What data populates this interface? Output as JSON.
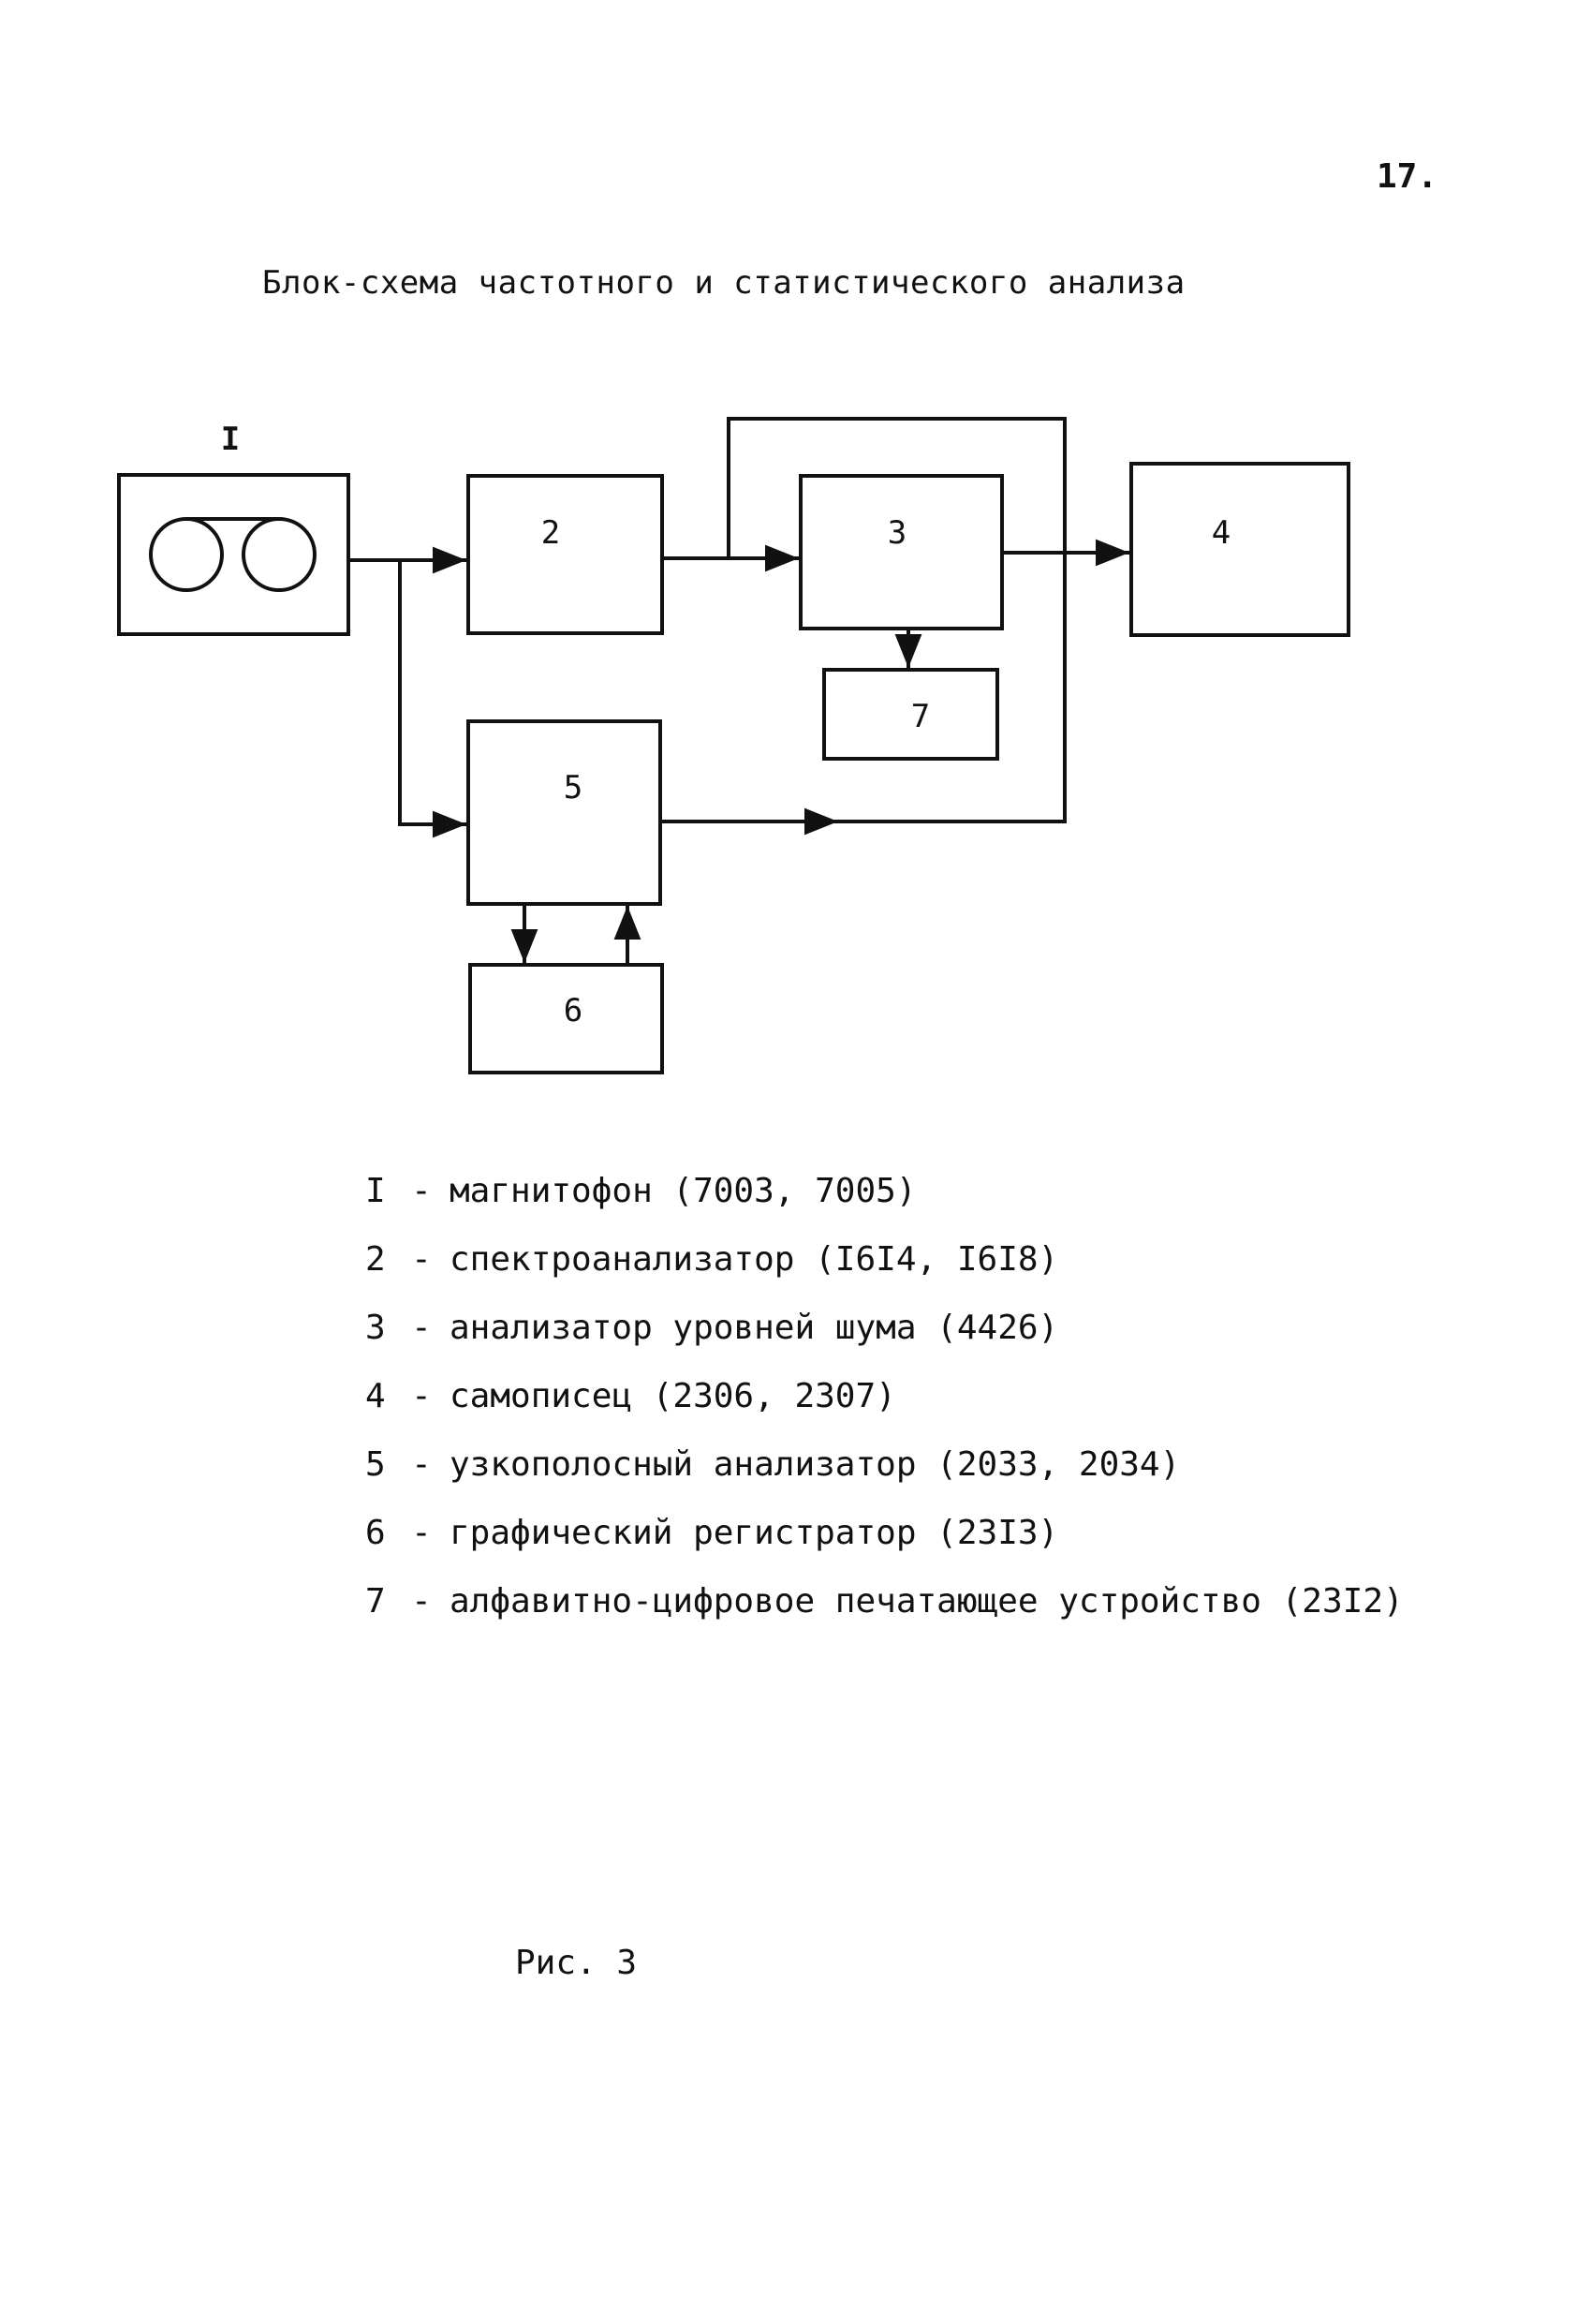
{
  "page_number": "17.",
  "title": "Блок-схема частотного и статистического анализа",
  "diagram": {
    "blocks": [
      {
        "id": "1",
        "label": "I"
      },
      {
        "id": "2",
        "label": "2"
      },
      {
        "id": "3",
        "label": "3"
      },
      {
        "id": "4",
        "label": "4"
      },
      {
        "id": "5",
        "label": "5"
      },
      {
        "id": "6",
        "label": "6"
      },
      {
        "id": "7",
        "label": "7"
      }
    ]
  },
  "legend": [
    {
      "num": "I",
      "text": "магнитофон (7003, 7005)"
    },
    {
      "num": "2",
      "text": "спектроанализатор (I6I4, I6I8)"
    },
    {
      "num": "3",
      "text": "анализатор уровней шума (4426)"
    },
    {
      "num": "4",
      "text": "самописец (2306, 2307)"
    },
    {
      "num": "5",
      "text": "узкополосный анализатор (2033, 2034)"
    },
    {
      "num": "6",
      "text": "графический регистратор (23I3)"
    },
    {
      "num": "7",
      "text": "алфавитно-цифровое печатающее устройство (23I2)"
    }
  ],
  "caption": "Рис. 3"
}
